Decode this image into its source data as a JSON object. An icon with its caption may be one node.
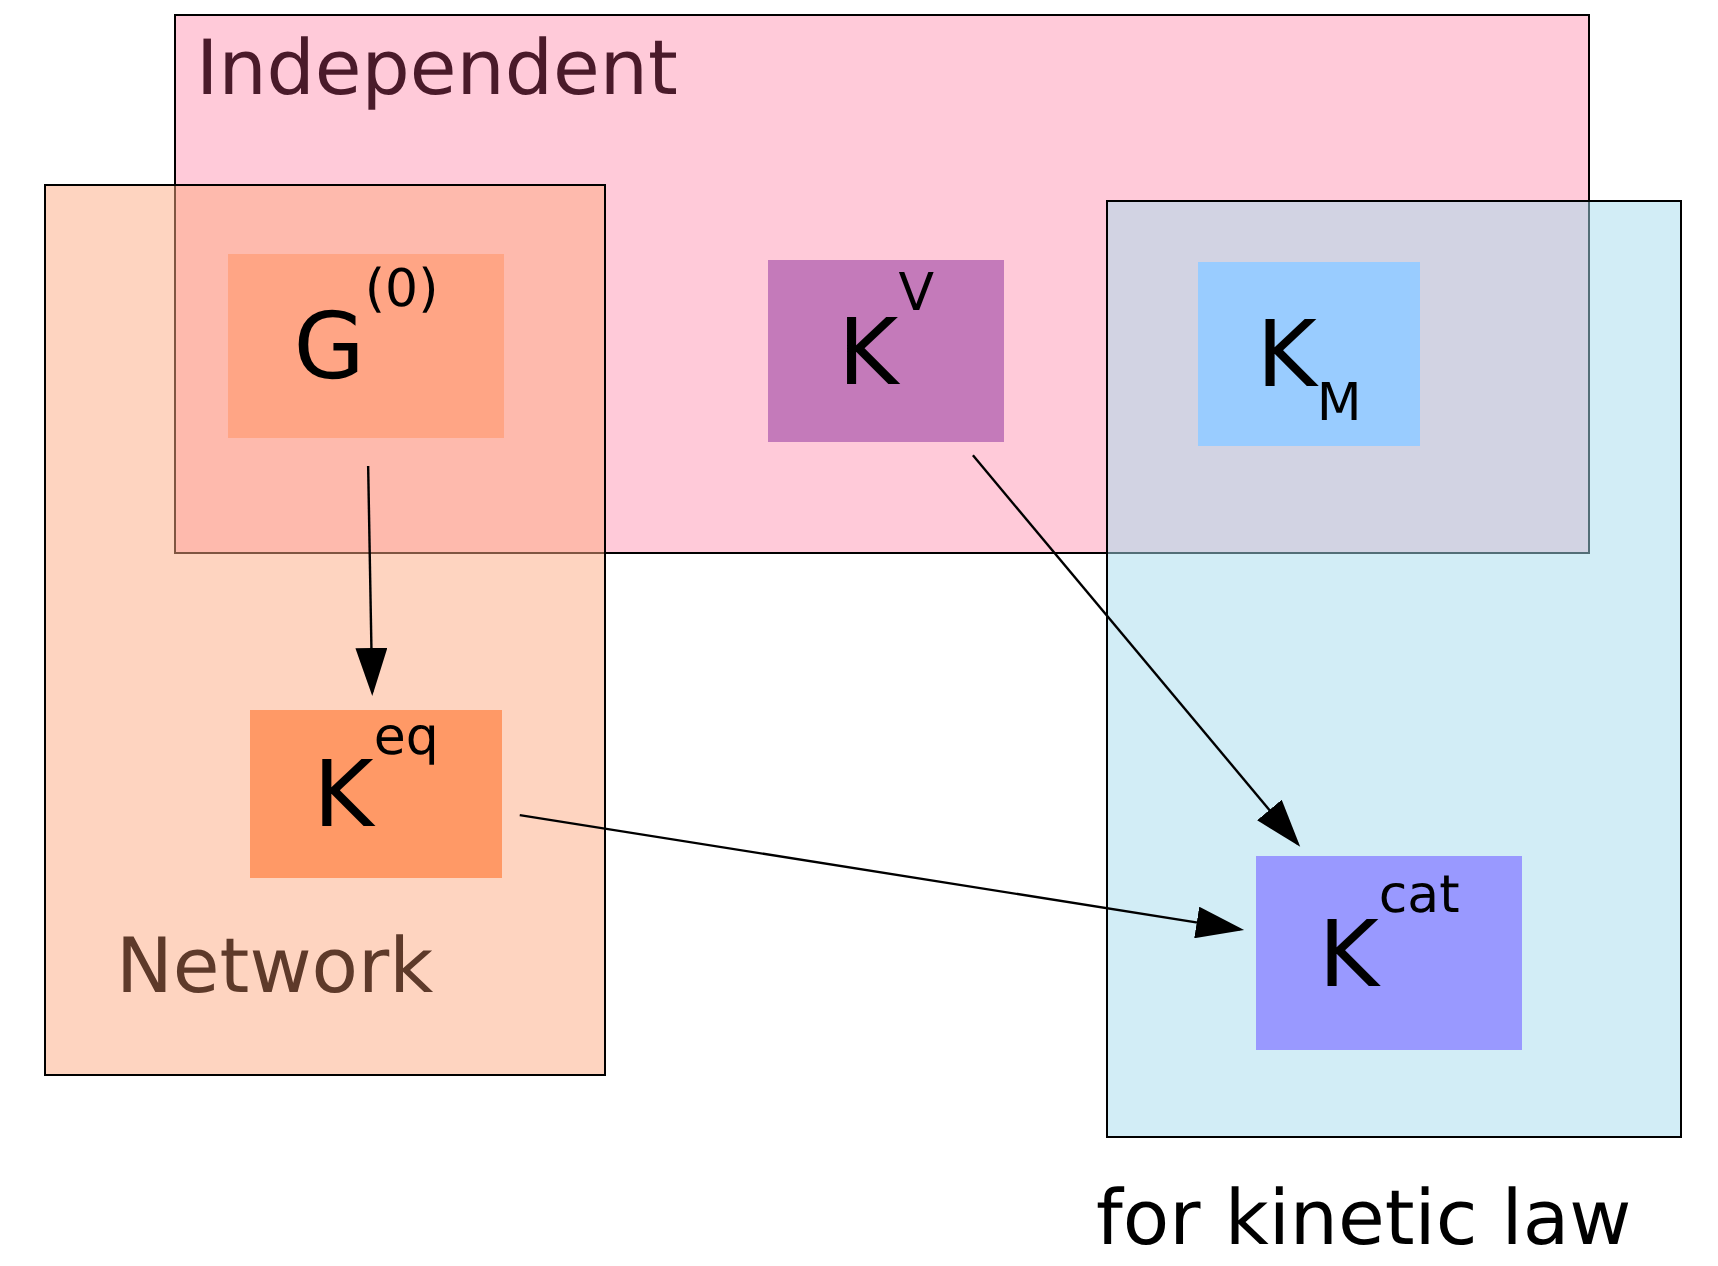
{
  "diagram": {
    "nodes": [
      {
        "text": [
          "Independent"
        ]
      },
      {
        "text": [
          "Network"
        ]
      },
      {
        "text": [
          "for kinetic law"
        ]
      },
      {
        "text": [
          "G$^{(0)}$"
        ]
      },
      {
        "text": [
          "K$^{V}$"
        ],
        "in": 0
      },
      {
        "text": [
          "K$_{M}$"
        ]
      },
      {
        "text": [
          "K$^{eq}$"
        ],
        "in": 1
      },
      {
        "text": [
          "K$^{cat}$"
        ],
        "in": 2
      }
    ],
    "edges": [
      {
        "from": 3,
        "to": 6,
        "arrow": "to"
      },
      {
        "from": 4,
        "to": 7,
        "arrow": "to"
      },
      {
        "from": 6,
        "to": 7,
        "arrow": "to"
      }
    ]
  }
}
